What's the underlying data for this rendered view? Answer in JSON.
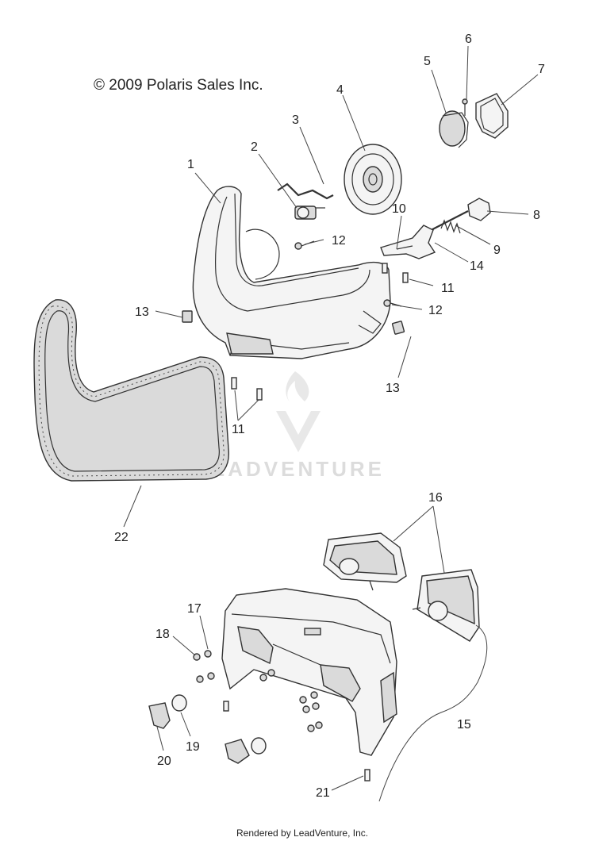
{
  "copyright": "© 2009 Polaris Sales Inc.",
  "watermark": "LEADVENTURE",
  "footer": "Rendered by LeadVenture, Inc.",
  "callouts": [
    {
      "id": "c1",
      "label": "1"
    },
    {
      "id": "c2",
      "label": "2"
    },
    {
      "id": "c3",
      "label": "3"
    },
    {
      "id": "c4",
      "label": "4"
    },
    {
      "id": "c5",
      "label": "5"
    },
    {
      "id": "c6",
      "label": "6"
    },
    {
      "id": "c7",
      "label": "7"
    },
    {
      "id": "c8",
      "label": "8"
    },
    {
      "id": "c9",
      "label": "9"
    },
    {
      "id": "c10",
      "label": "10"
    },
    {
      "id": "c11a",
      "label": "11"
    },
    {
      "id": "c11b",
      "label": "11"
    },
    {
      "id": "c12a",
      "label": "12"
    },
    {
      "id": "c12b",
      "label": "12"
    },
    {
      "id": "c13a",
      "label": "13"
    },
    {
      "id": "c13b",
      "label": "13"
    },
    {
      "id": "c14",
      "label": "14"
    },
    {
      "id": "c15",
      "label": "15"
    },
    {
      "id": "c16",
      "label": "16"
    },
    {
      "id": "c17",
      "label": "17"
    },
    {
      "id": "c18",
      "label": "18"
    },
    {
      "id": "c19",
      "label": "19"
    },
    {
      "id": "c20",
      "label": "20"
    },
    {
      "id": "c21",
      "label": "21"
    },
    {
      "id": "c22",
      "label": "22"
    }
  ]
}
